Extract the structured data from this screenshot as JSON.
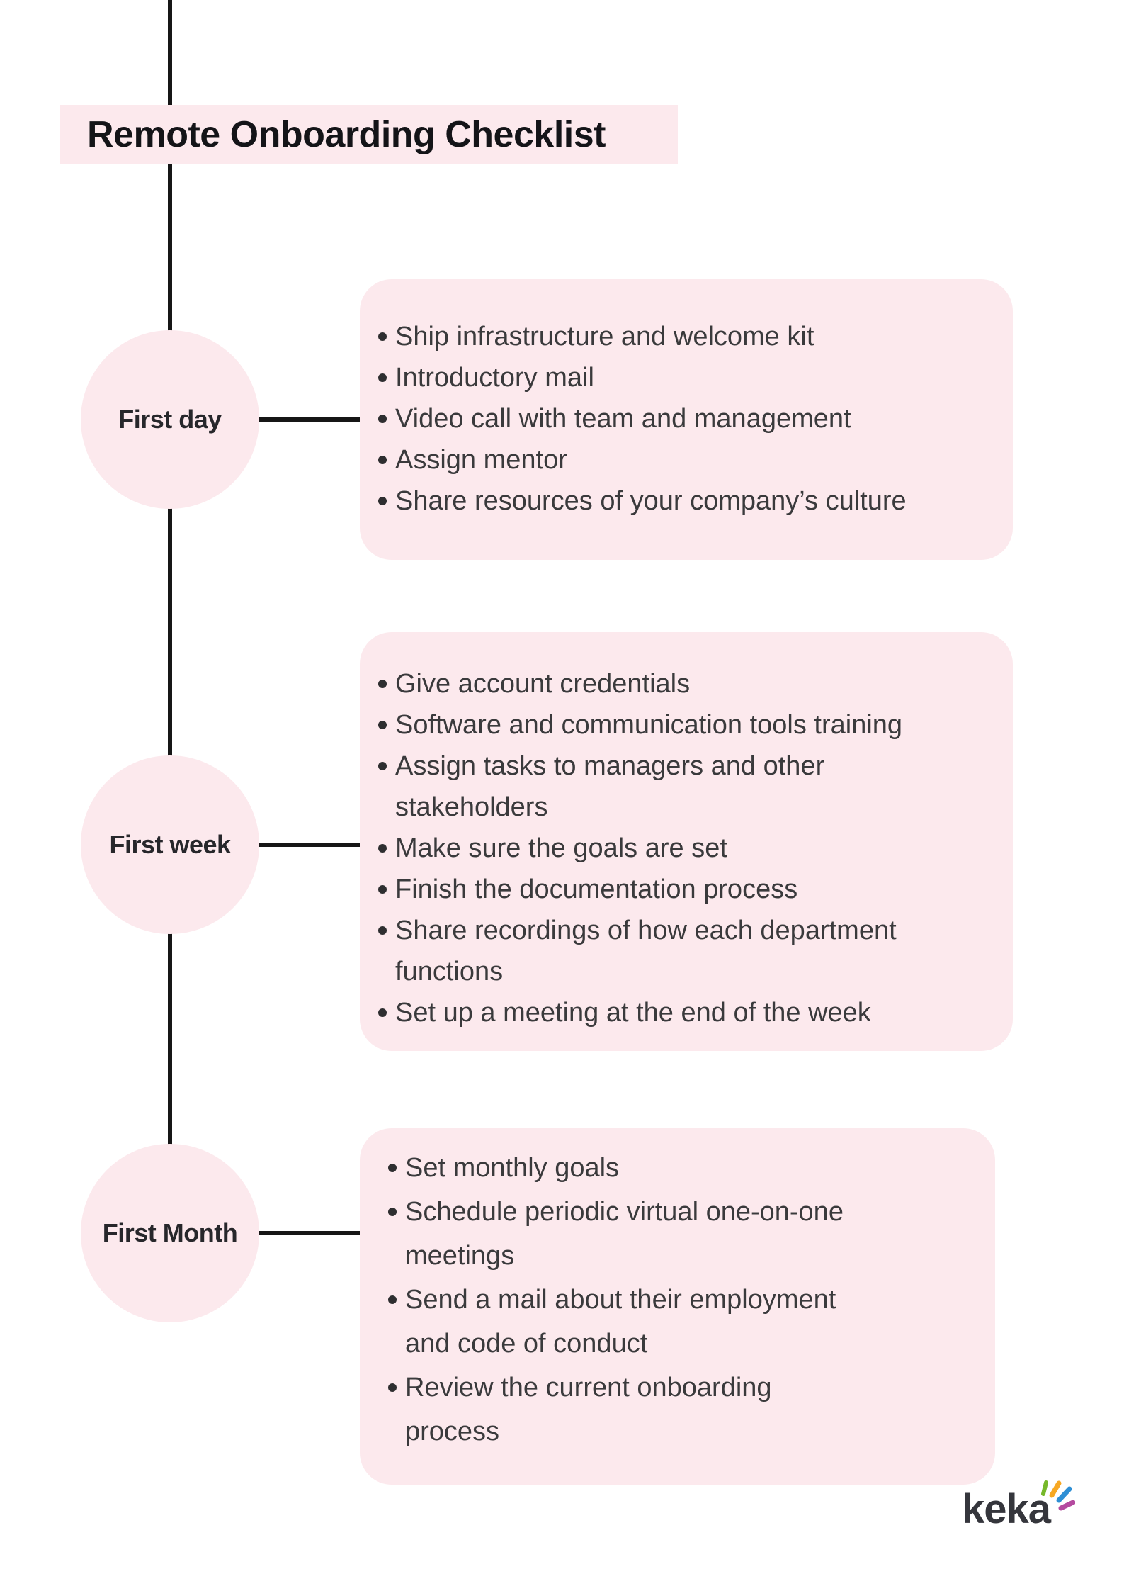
{
  "page": {
    "title": "Remote Onboarding Checklist"
  },
  "colors": {
    "background": "#ffffff",
    "pink": "#fce9ed",
    "timeline_line": "#161616",
    "body_text": "#3a3a3c",
    "heading_text": "#141418",
    "logo_text": "#35363c",
    "spark_green": "#76b82a",
    "spark_orange": "#f7a823",
    "spark_blue": "#2e8fd5",
    "spark_magenta": "#b44a9f"
  },
  "stages": [
    {
      "label": "First day",
      "items": [
        "Ship infrastructure and welcome kit",
        "Introductory mail",
        "Video call with team and management",
        "Assign mentor",
        "Share resources of your company’s culture"
      ]
    },
    {
      "label": "First week",
      "items": [
        "Give account credentials",
        "Software and communication tools training",
        "Assign tasks to managers and other stakeholders",
        "Make sure the goals are set",
        "Finish the documentation process",
        "Share recordings of how each department functions",
        "Set up a meeting at the end of the week"
      ]
    },
    {
      "label": "First Month",
      "items": [
        "Set monthly goals",
        "Schedule periodic virtual one-on-one meetings",
        "Send a mail about their employment and code of conduct",
        "Review the current onboarding process"
      ]
    }
  ],
  "logo": {
    "text": "keka"
  }
}
